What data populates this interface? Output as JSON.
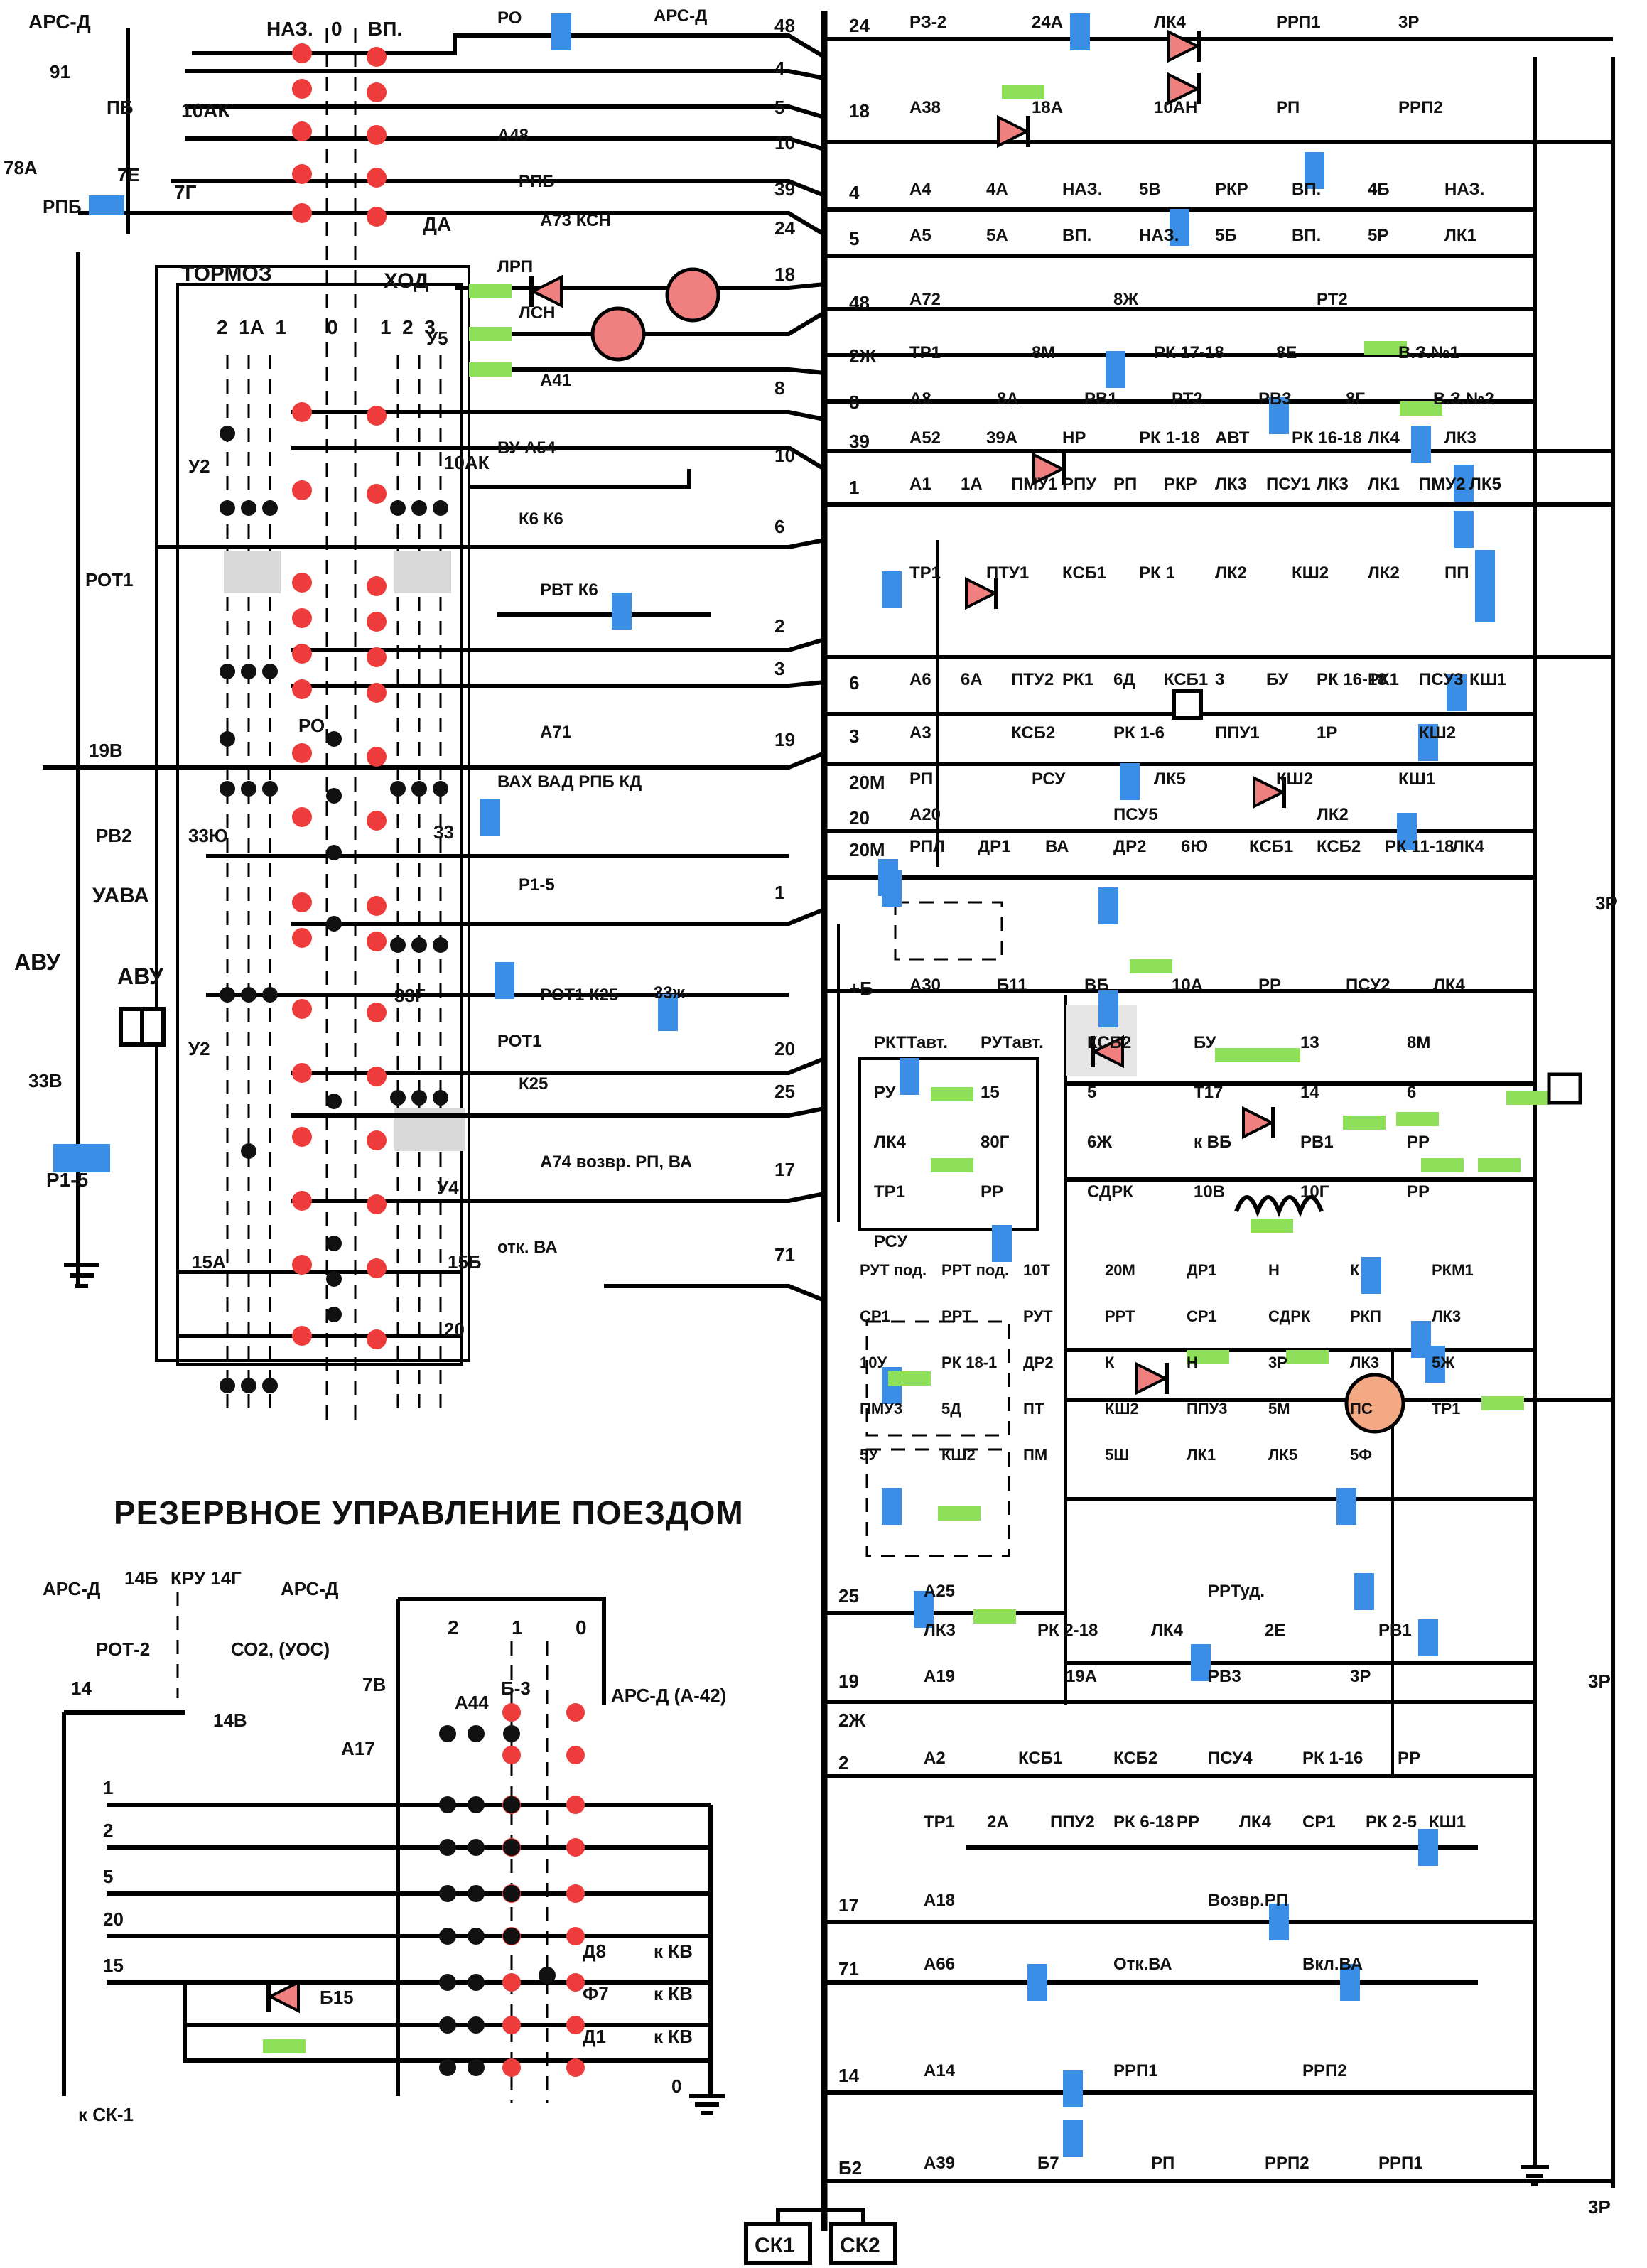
{
  "title": "РЕЗЕРВНОЕ УПРАВЛЕНИЕ ПОЕЗДОМ",
  "colors": {
    "contact_red": "#ee3b3b",
    "relay_blue": "#3a8ee6",
    "resistor_green": "#8ee05a",
    "diode_pink": "#f08080",
    "motor_orange": "#f4a985",
    "wire": "#000000"
  },
  "controller_header": {
    "naz": "НАЗ.",
    "zero": "0",
    "vp": "ВП.",
    "tormoz": "ТОРМОЗ",
    "hod": "ХОД",
    "brake_positions": "2  1А  1",
    "drive_positions": "1  2  3",
    "center": "0"
  },
  "top_left": {
    "ars_d": "АРС-Д",
    "w91": "91",
    "pb": "ПБ",
    "w78a": "78А",
    "w7e": "7Е",
    "rpb": "РПБ",
    "w10ak": "10АК",
    "w7g": "7Г",
    "da": "ДА"
  },
  "left_column": {
    "rot1": "РОТ1",
    "w19v": "19В",
    "rv2": "РВ2",
    "uava": "УАВА",
    "avu_switch": "АВУ",
    "avu_block": "АВУ",
    "w33v": "33В",
    "p15": "Р1-5"
  },
  "left_labels": [
    "У2",
    "У5",
    "10АК",
    "33Ю",
    "33",
    "33Г",
    "У2",
    "У4",
    "15А",
    "15Б",
    "20",
    "РО"
  ],
  "left_wires": [
    {
      "from": "РО",
      "to": "АРС-Д",
      "num": "48"
    },
    {
      "from": "",
      "to": "",
      "num": "4"
    },
    {
      "from": "",
      "to": "",
      "num": "5"
    },
    {
      "from": "А48",
      "to": "",
      "num": "10"
    },
    {
      "from": "РПБ",
      "to": "",
      "num": "39"
    },
    {
      "from": "А73 КСН",
      "to": "",
      "num": "24"
    },
    {
      "from": "ЛРП",
      "to": "",
      "num": "18"
    },
    {
      "from": "ЛСН",
      "to": "",
      "num": ""
    },
    {
      "from": "А41",
      "to": "",
      "num": "8"
    },
    {
      "from": "ВУ А54",
      "to": "",
      "num": "10"
    },
    {
      "from": "К6 К6",
      "to": "",
      "num": "6"
    },
    {
      "from": "РВТ К6",
      "to": "",
      "num": ""
    },
    {
      "from": "",
      "to": "",
      "num": "2"
    },
    {
      "from": "",
      "to": "",
      "num": "3"
    },
    {
      "from": "А71",
      "to": "",
      "num": "19"
    },
    {
      "from": "ВАХ ВАД РПБ КД",
      "to": "",
      "num": ""
    },
    {
      "from": "Р1-5",
      "to": "",
      "num": "1"
    },
    {
      "from": "РОТ1 К25",
      "to": "33ж",
      "num": ""
    },
    {
      "from": "РОТ1",
      "to": "",
      "num": "20"
    },
    {
      "from": "К25",
      "to": "",
      "num": "25"
    },
    {
      "from": "А74 возвр. РП, ВА",
      "to": "",
      "num": "17"
    },
    {
      "from": "отк. ВА",
      "to": "",
      "num": "71"
    }
  ],
  "right_rows": [
    {
      "num": "24",
      "labels": [
        "РЗ-2",
        "24А",
        "ЛК4",
        "РРП1",
        "3Р"
      ]
    },
    {
      "num": "18",
      "labels": [
        "А38",
        "18А",
        "10АН",
        "РП",
        "РРП2"
      ]
    },
    {
      "num": "4",
      "labels": [
        "А4",
        "4А",
        "НАЗ.",
        "5В",
        "РКР",
        "ВП.",
        "4Б",
        "НАЗ."
      ]
    },
    {
      "num": "5",
      "labels": [
        "А5",
        "5А",
        "ВП.",
        "НАЗ.",
        "5Б",
        "ВП.",
        "5Р",
        "ЛК1"
      ]
    },
    {
      "num": "48",
      "labels": [
        "А72",
        "8Ж",
        "РТ2"
      ]
    },
    {
      "num": "2Ж",
      "labels": [
        "ТР1",
        "8М",
        "РК 17-18",
        "8Е",
        "В.З.№1"
      ]
    },
    {
      "num": "8",
      "labels": [
        "А8",
        "8А",
        "РВ1",
        "РТ2",
        "РВ3",
        "8Г",
        "В.З.№2"
      ]
    },
    {
      "num": "39",
      "labels": [
        "А52",
        "39А",
        "НР",
        "РК 1-18",
        "АВТ",
        "РК 16-18",
        "ЛК4",
        "ЛК3"
      ]
    },
    {
      "num": "1",
      "labels": [
        "А1",
        "1А",
        "ПМУ1",
        "РПУ",
        "РП",
        "РКР",
        "ЛК3",
        "ПСУ1",
        "ЛК3",
        "ЛК1",
        "ПМУ2",
        "ЛК5"
      ]
    },
    {
      "num": "",
      "labels": [
        "ТР1",
        "ПТУ1",
        "КСБ1",
        "РК 1",
        "ЛК2",
        "КШ2",
        "ЛК2",
        "ПП"
      ]
    },
    {
      "num": "6",
      "labels": [
        "А6",
        "6А",
        "ПТУ2",
        "РК1",
        "6Д",
        "КСБ1",
        "3",
        "БУ",
        "РК 16-18",
        "РК1",
        "ПСУ3",
        "КШ1"
      ]
    },
    {
      "num": "3",
      "labels": [
        "А3",
        "КСБ2",
        "РК 1-6",
        "ППУ1",
        "1Р",
        "КШ2"
      ]
    },
    {
      "num": "20М",
      "labels": [
        "РП",
        "РСУ",
        "ЛК5",
        "КШ2",
        "КШ1"
      ]
    },
    {
      "num": "20",
      "labels": [
        "А20",
        "ПСУ5",
        "ЛК2"
      ]
    },
    {
      "num": "20М",
      "labels": [
        "РПЛ",
        "ДР1",
        "ВА",
        "ДР2",
        "6Ю",
        "КСБ1",
        "КСБ2",
        "РК 11-18",
        "ЛК4"
      ]
    },
    {
      "num": "+Б",
      "labels": [
        "А30",
        "Б11",
        "ВБ",
        "10А",
        "РР",
        "ПСУ2",
        "ЛК4"
      ]
    }
  ],
  "right_mid": [
    "РКТТавт.",
    "РУТавт.",
    "КСБ2",
    "БУ",
    "13",
    "8М",
    "РУ",
    "15",
    "5",
    "Т17",
    "14",
    "6",
    "ЛК4",
    "80Г",
    "6Ж",
    "к ВБ",
    "РВ1",
    "РР",
    "ТР1",
    "РР",
    "СДРК",
    "10В",
    "10Г",
    "РР",
    "РСУ"
  ],
  "right_lower": [
    "РУТ под.",
    "РРТ под.",
    "10Т",
    "20М",
    "ДР1",
    "Н",
    "К",
    "РКМ1",
    "СР1",
    "РРТ",
    "РУТ",
    "РРТ",
    "СР1",
    "СДРК",
    "РКП",
    "ЛК3",
    "10У",
    "РК 18-1",
    "ДР2",
    "К",
    "Н",
    "3Р",
    "ЛК3",
    "5Ж",
    "ПМУ3",
    "5Д",
    "ПТ",
    "КШ2",
    "ППУ3",
    "5М",
    "ПС",
    "ТР1",
    "5У",
    "КШ2",
    "ПМ",
    "5Ш",
    "ЛК1",
    "ЛК5",
    "5Ф"
  ],
  "right_bottom_rows": [
    {
      "num": "25",
      "labels": [
        "А25",
        "РРТуд."
      ]
    },
    {
      "num": "",
      "labels": [
        "ЛК3",
        "РК 2-18",
        "ЛК4",
        "2Е",
        "РВ1"
      ]
    },
    {
      "num": "19",
      "labels": [
        "А19",
        "19А",
        "РВ3",
        "3Р"
      ]
    },
    {
      "num": "2Ж",
      "labels": []
    },
    {
      "num": "2",
      "labels": [
        "А2",
        "КСБ1",
        "КСБ2",
        "ПСУ4",
        "РК 1-16",
        "РР"
      ]
    },
    {
      "num": "",
      "labels": [
        "ТР1",
        "2А",
        "ППУ2",
        "РК 6-18",
        "РР",
        "ЛК4",
        "СР1",
        "РК 2-5",
        "КШ1"
      ]
    },
    {
      "num": "17",
      "labels": [
        "А18",
        "Возвр.РП"
      ]
    },
    {
      "num": "71",
      "labels": [
        "А66",
        "Отк.ВА",
        "Вкл.ВА"
      ]
    },
    {
      "num": "14",
      "labels": [
        "А14",
        "РРП1",
        "РРП2"
      ]
    },
    {
      "num": "Б2",
      "labels": [
        "А39",
        "Б7",
        "РП",
        "РРП2",
        "РРП1"
      ]
    }
  ],
  "right_side_3r": [
    "3Р",
    "3Р",
    "3Р"
  ],
  "terminals": [
    "СК1",
    "СК2"
  ],
  "reserve": {
    "ars_d_left": "АРС-Д",
    "w14b": "14Б",
    "kru": "КРУ 14Г",
    "ars_d_right": "АРС-Д",
    "rot2": "РОТ-2",
    "co2": "СО2, (УОС)",
    "w14": "14",
    "w14v": "14В",
    "w7v": "7В",
    "a17": "А17",
    "a44": "А44",
    "b3": "Б-3",
    "ars_d_a42": "АРС-Д (А-42)",
    "positions": [
      "2",
      "1",
      "0"
    ],
    "wires": [
      "1",
      "2",
      "5",
      "20",
      "15"
    ],
    "d8": "Д8",
    "f7": "Ф7",
    "d1": "Д1",
    "kkv": "к КВ",
    "b15": "Б15",
    "zero": "0",
    "k_sk1": "к СК-1"
  }
}
